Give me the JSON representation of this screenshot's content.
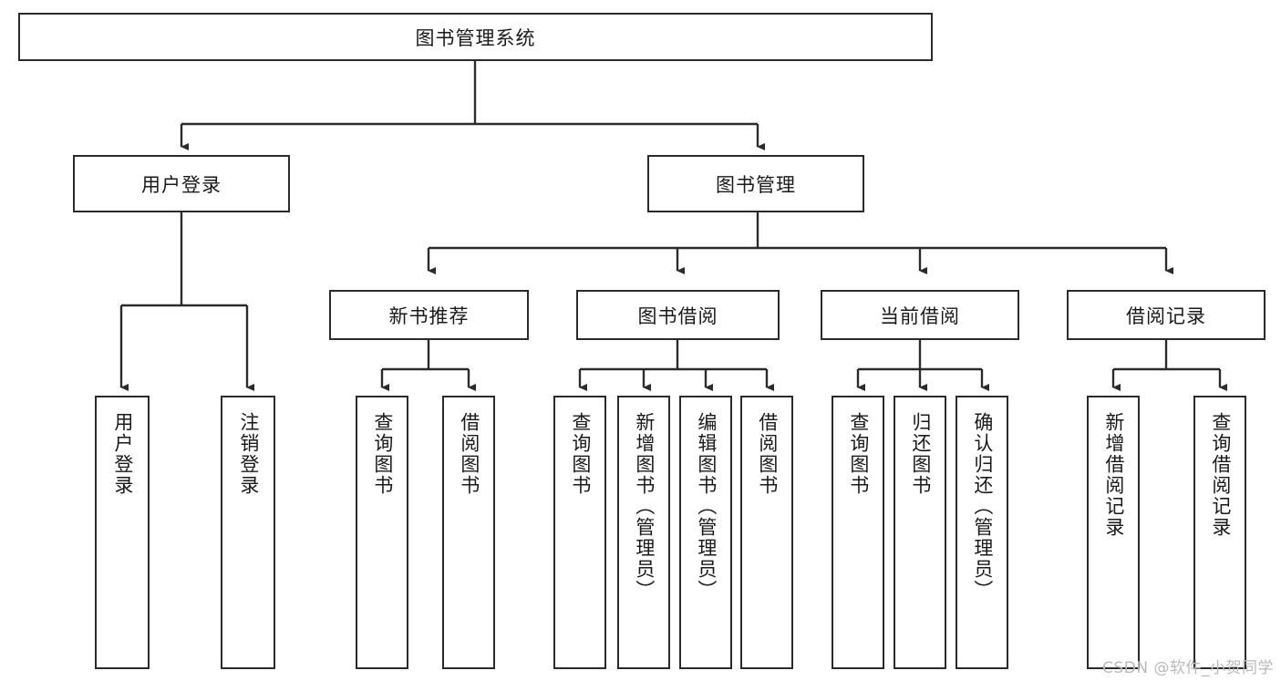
{
  "diagram": {
    "title_node": {
      "label": "图书管理系统"
    },
    "level2": [
      {
        "id": "user-login",
        "label": "用户登录"
      },
      {
        "id": "book-management",
        "label": "图书管理"
      }
    ],
    "level3": [
      {
        "id": "new-book-recommend",
        "label": "新书推荐"
      },
      {
        "id": "book-borrow",
        "label": "图书借阅"
      },
      {
        "id": "current-borrow",
        "label": "当前借阅"
      },
      {
        "id": "borrow-record",
        "label": "借阅记录"
      }
    ],
    "leaves": {
      "user_login": [
        {
          "id": "leaf-user-login",
          "label": "用户登录"
        },
        {
          "id": "leaf-logout-login",
          "label": "注销登录"
        }
      ],
      "new_book_recommend": [
        {
          "id": "leaf-query-book-1",
          "label": "查询图书"
        },
        {
          "id": "leaf-borrow-book-1",
          "label": "借阅图书"
        }
      ],
      "book_borrow": [
        {
          "id": "leaf-query-book-2",
          "label": "查询图书"
        },
        {
          "id": "leaf-add-book",
          "label": "新增图书（管理员）"
        },
        {
          "id": "leaf-edit-book",
          "label": "编辑图书（管理员）"
        },
        {
          "id": "leaf-borrow-book-2",
          "label": "借阅图书"
        }
      ],
      "current_borrow": [
        {
          "id": "leaf-query-book-3",
          "label": "查询图书"
        },
        {
          "id": "leaf-return-book",
          "label": "归还图书"
        },
        {
          "id": "leaf-confirm-return",
          "label": "确认归还（管理员）"
        }
      ],
      "borrow_record": [
        {
          "id": "leaf-add-record",
          "label": "新增借阅记录"
        },
        {
          "id": "leaf-query-record",
          "label": "查询借阅记录"
        }
      ]
    }
  },
  "watermark": {
    "text": "CSDN @软件_小贺同学"
  },
  "colors": {
    "border": "#2b2b2b",
    "background": "#ffffff",
    "text": "#1a1a1a",
    "watermark": "#b9b9b9"
  }
}
